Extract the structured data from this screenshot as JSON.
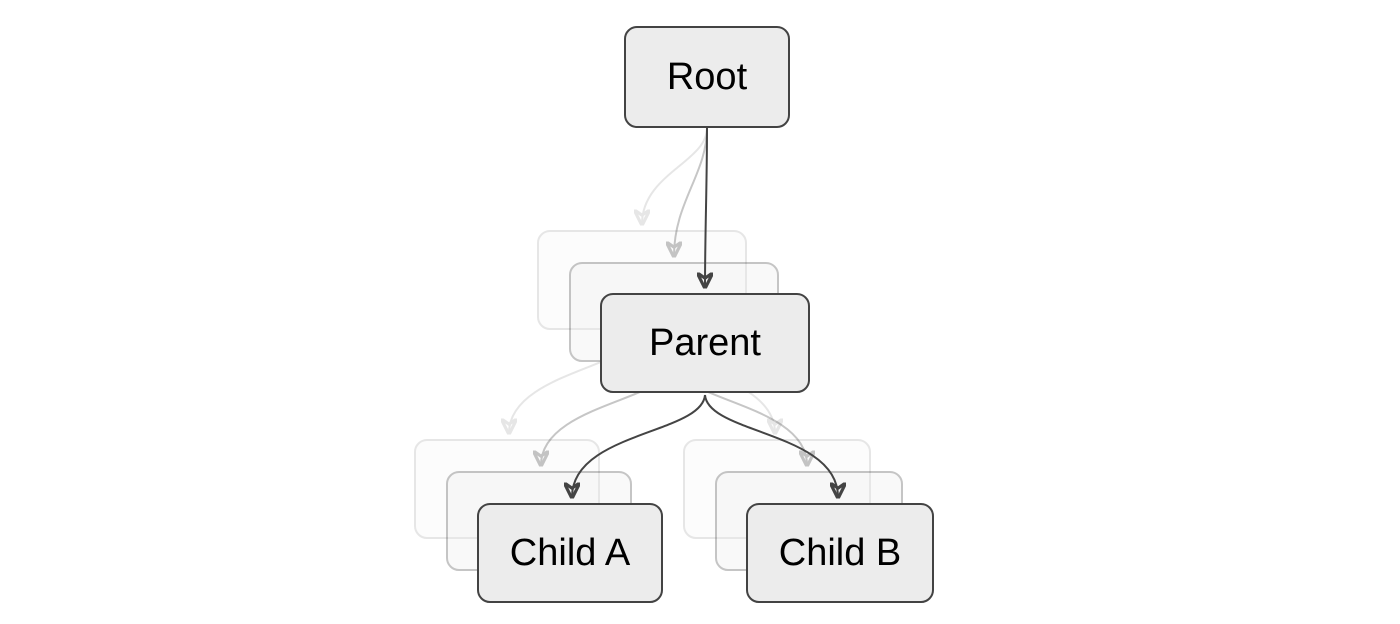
{
  "diagram": {
    "type": "tree",
    "background_color": "#ffffff",
    "node_fill_color": "#ececec",
    "node_border_color": "#444444",
    "node_text_color": "#000000",
    "arrow_color": "#444444",
    "nodes": {
      "root": {
        "label": "Root"
      },
      "parent": {
        "label": "Parent"
      },
      "child_a": {
        "label": "Child A"
      },
      "child_b": {
        "label": "Child B"
      }
    },
    "edges": [
      {
        "from": "Root",
        "to": "Parent"
      },
      {
        "from": "Parent",
        "to": "Child A"
      },
      {
        "from": "Parent",
        "to": "Child B"
      }
    ],
    "ghost_trail": {
      "frames": 2,
      "opacities": [
        0.13,
        0.3
      ],
      "note": "onion-skin ghosts of Parent, Child A, Child B and their arrows offset toward upper-left"
    }
  }
}
